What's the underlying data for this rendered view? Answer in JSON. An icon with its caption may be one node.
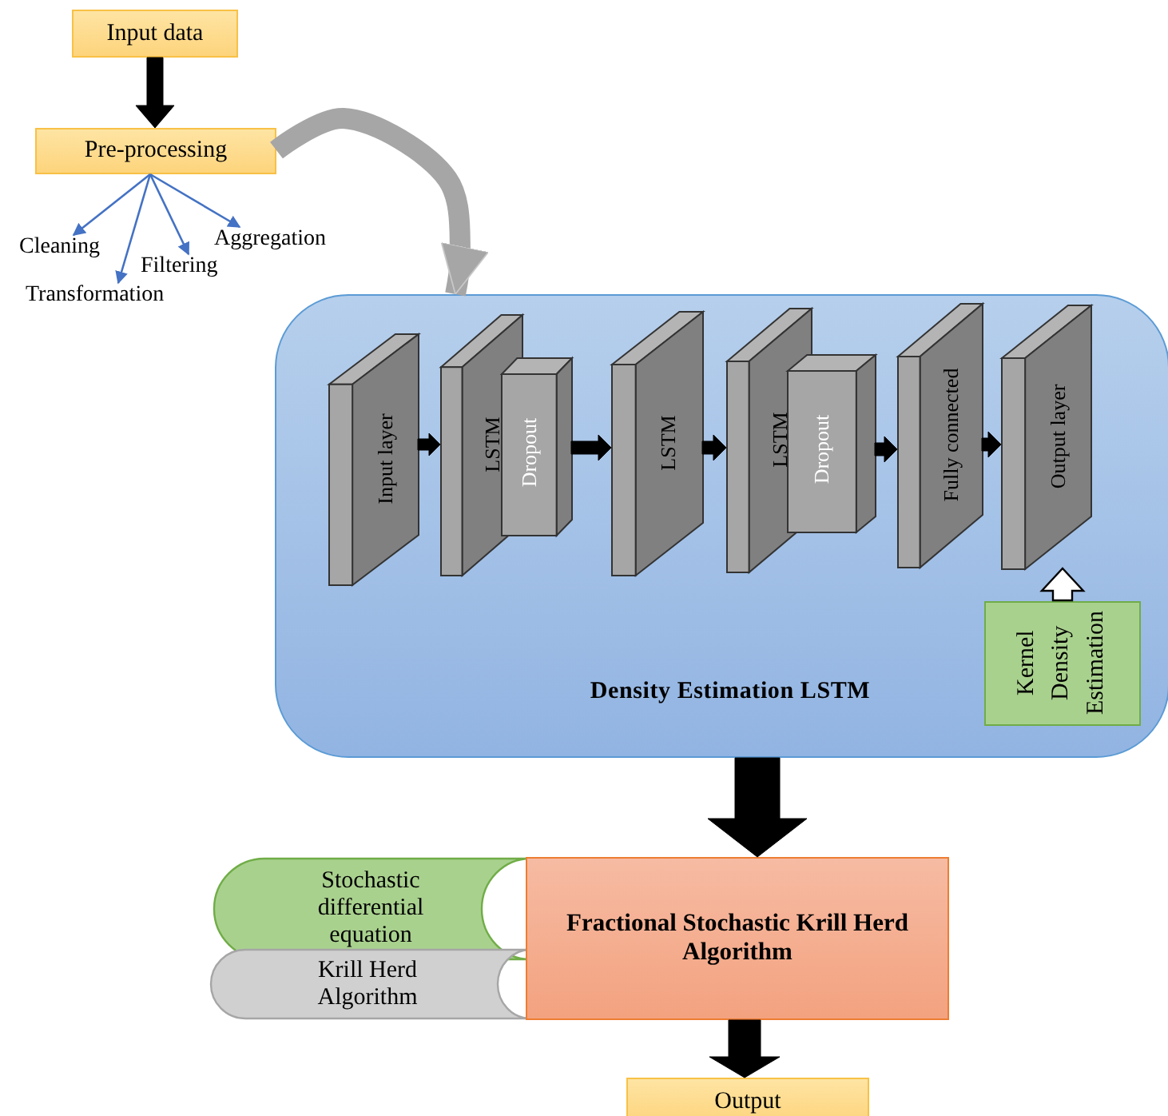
{
  "diagram": {
    "nodes": [
      {
        "text": [
          "Input data"
        ]
      },
      {
        "text": [
          "Pre-processing"
        ]
      },
      {
        "text": [
          "Cleaning"
        ]
      },
      {
        "text": [
          "Transformation"
        ]
      },
      {
        "text": [
          "Filtering"
        ]
      },
      {
        "text": [
          "Aggregation"
        ]
      },
      {
        "text": [
          "Density Estimation LSTM"
        ]
      },
      {
        "text": [
          "Input layer"
        ],
        "in": 6
      },
      {
        "text": [
          "LSTM"
        ],
        "in": 6
      },
      {
        "text": [
          "Dropout"
        ],
        "in": 6
      },
      {
        "text": [
          "LSTM"
        ],
        "in": 6
      },
      {
        "text": [
          "LSTM"
        ],
        "in": 6
      },
      {
        "text": [
          "Dropout"
        ],
        "in": 6
      },
      {
        "text": [
          "Fully connected"
        ],
        "in": 6
      },
      {
        "text": [
          "Output layer"
        ],
        "in": 6
      },
      {
        "text": [
          "Kernel Density Estimation"
        ],
        "in": 6
      },
      {
        "text": [
          "Stochastic differential equation"
        ]
      },
      {
        "text": [
          "Krill Herd Algorithm"
        ]
      },
      {
        "text": [
          "Fractional Stochastic Krill Herd Algorithm"
        ]
      },
      {
        "text": [
          "Output"
        ]
      }
    ],
    "edges": [
      {
        "from": 0,
        "to": 1,
        "arrow": "to",
        "style": "thick"
      },
      {
        "from": 1,
        "to": 2,
        "arrow": "to",
        "color": "#4472c4"
      },
      {
        "from": 1,
        "to": 3,
        "arrow": "to",
        "color": "#4472c4"
      },
      {
        "from": 1,
        "to": 4,
        "arrow": "to",
        "color": "#4472c4"
      },
      {
        "from": 1,
        "to": 5,
        "arrow": "to",
        "color": "#4472c4"
      },
      {
        "from": 1,
        "to": 6,
        "arrow": "to",
        "style": "thick",
        "color": "#a6a6a6"
      },
      {
        "from": 7,
        "to": 8,
        "arrow": "to",
        "style": "thick"
      },
      {
        "from": 9,
        "to": 10,
        "arrow": "to",
        "style": "thick"
      },
      {
        "from": 10,
        "to": 11,
        "arrow": "to",
        "style": "thick"
      },
      {
        "from": 12,
        "to": 13,
        "arrow": "to",
        "style": "thick"
      },
      {
        "from": 13,
        "to": 14,
        "arrow": "to",
        "style": "thick"
      },
      {
        "from": 15,
        "to": 14,
        "arrow": "to",
        "style": "thick",
        "color": "#ffffff"
      },
      {
        "from": 6,
        "to": 18,
        "arrow": "to",
        "style": "thick"
      },
      {
        "from": 18,
        "to": 19,
        "arrow": "to",
        "style": "thick"
      }
    ]
  }
}
